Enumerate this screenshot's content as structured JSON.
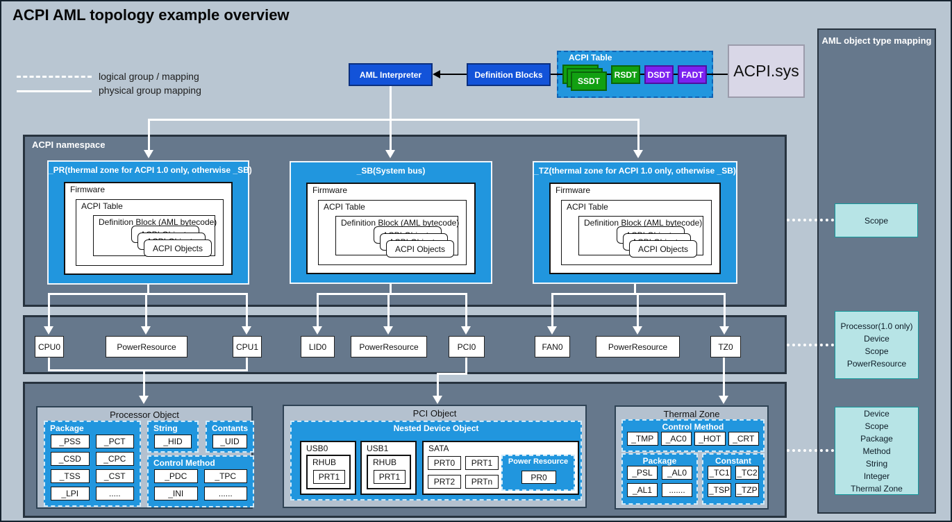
{
  "title": "ACPI AML topology example overview",
  "legend": {
    "dashed_label": "logical group / mapping",
    "solid_label": "physical group mapping"
  },
  "top_flow": {
    "aml_interpreter": "AML Interpreter",
    "definition_blocks": "Definition Blocks",
    "acpi_table": {
      "label": "ACPI Table",
      "ssdt": "SSDT",
      "rsdt": "RSDT",
      "dsdt": "DSDT",
      "fadt": "FADT"
    },
    "acpi_sys": "ACPI.sys"
  },
  "namespace": {
    "label": "ACPI namespace",
    "nodes": [
      {
        "title": "_PR(thermal zone for ACPI 1.0 only, otherwise _SB)",
        "firmware": "Firmware",
        "acpi_table": "ACPI Table",
        "definition_block": "Definition Block (AML bytecode)",
        "objects": "ACPI Objects"
      },
      {
        "title": "_SB(System bus)",
        "firmware": "Firmware",
        "acpi_table": "ACPI Table",
        "definition_block": "Definition Block (AML bytecode)",
        "objects": "ACPI Objects"
      },
      {
        "title": "_TZ(thermal zone for ACPI 1.0 only, otherwise _SB)",
        "firmware": "Firmware",
        "acpi_table": "ACPI Table",
        "definition_block": "Definition Block (AML bytecode)",
        "objects": "ACPI Objects"
      }
    ]
  },
  "middle_row": [
    "CPU0",
    "PowerResource",
    "CPU1",
    "LID0",
    "PowerResource",
    "PCI0",
    "FAN0",
    "PowerResource",
    "TZ0"
  ],
  "bottom": {
    "processor_object": {
      "title": "Processor Object",
      "package": {
        "label": "Package",
        "cells": [
          "_PSS",
          "_PCT",
          "_CSD",
          "_CPC",
          "_TSS",
          "_CST",
          "_LPI",
          "....."
        ]
      },
      "string": {
        "label": "String",
        "cells": [
          "_HID"
        ]
      },
      "contants": {
        "label": "Contants",
        "cells": [
          "_UID"
        ]
      },
      "control_method": {
        "label": "Control Method",
        "cells": [
          "_PDC",
          "_TPC",
          "_INI",
          "......"
        ]
      }
    },
    "pci_object": {
      "title": "PCI Object",
      "nested": {
        "label": "Nested Device Object",
        "usb0": {
          "label": "USB0",
          "rhub": "RHUB",
          "prt": "PRT1"
        },
        "usb1": {
          "label": "USB1",
          "rhub": "RHUB",
          "prt": "PRT1"
        },
        "sata": {
          "label": "SATA",
          "ports": [
            "PRT0",
            "PRT1",
            "PRT2",
            "PRTn"
          ],
          "power_resource": {
            "label": "Power Resource",
            "cell": "PR0"
          }
        }
      }
    },
    "thermal_zone": {
      "title": "Thermal Zone",
      "control_method": {
        "label": "Control Method",
        "cells": [
          "_TMP",
          "_AC0",
          "_HOT",
          "_CRT"
        ]
      },
      "package": {
        "label": "Package",
        "cells": [
          "_PSL",
          "_AL0",
          "_AL1",
          "......."
        ]
      },
      "constant": {
        "label": "Constant",
        "cells": [
          "_TC1",
          "_TC2",
          "_TSP",
          "_TZP"
        ]
      }
    }
  },
  "sidebar": {
    "title": "AML object type mapping",
    "scope_box": [
      "Scope"
    ],
    "processor_box": [
      "Processor(1.0 only)",
      "Device",
      "Scope",
      "PowerResource"
    ],
    "device_box": [
      "Device",
      "Scope",
      "Package",
      "Method",
      "String",
      "Integer",
      "Thermal Zone"
    ]
  },
  "colors": {
    "background": "#b9c6d2",
    "panel": "#66788c",
    "bright_blue": "#2196de",
    "royal_blue": "#1353d9",
    "green": "#12a012",
    "purple": "#7c22f0",
    "teal": "#b7e4e6",
    "container_gray": "#b4c1cf"
  }
}
